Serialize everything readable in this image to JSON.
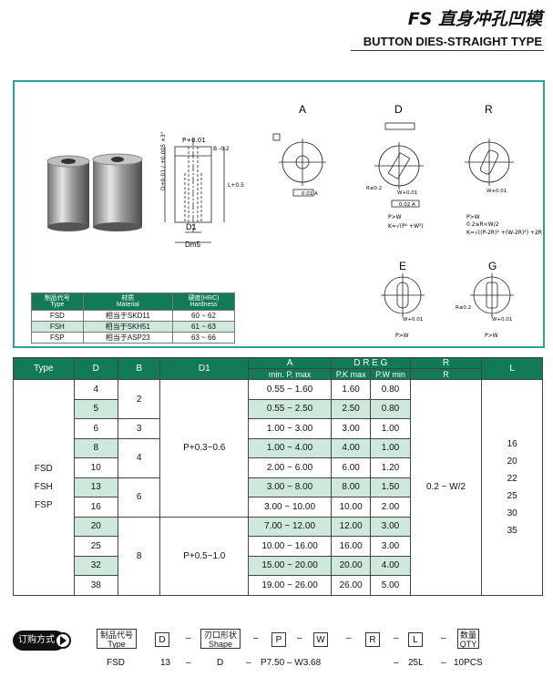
{
  "header": {
    "title_cn": "FS 直身冲孔凹模",
    "title_en": "BUTTON DIES-STRAIGHT TYPE"
  },
  "drawing": {
    "labels": {
      "A": "A",
      "D": "D",
      "R": "R",
      "E": "E",
      "G": "G"
    },
    "dims": {
      "p_tol": "P+0.01",
      "p_tol_b": "0",
      "b_tol": "B -0.2",
      "l_tol": "L+0.5",
      "l_tol_b": "0",
      "d_tol": "D+0.01 / +0.005 ×3°",
      "d1": "D1",
      "dm5": "Dm5",
      "r02": "R≤0.2",
      "pw": "P>W",
      "pw2": "P>W",
      "kform_d": "K=√(P² +W²)",
      "r_cond": "0.2≤R<W/2",
      "kform_r": "K=√((P-2R)² +(W-2R)²) +2R",
      "flat": "0.01 A",
      "flat2": "0.02 A",
      "w001": "W+0.01"
    },
    "materials": {
      "headers": [
        {
          "cn": "制品代号",
          "en": "Type"
        },
        {
          "cn": "材质",
          "en": "Material"
        },
        {
          "cn": "硬度(HRC)",
          "en": "Hardness"
        }
      ],
      "rows": [
        [
          "FSD",
          "相当于SKD11",
          "60 ~ 62"
        ],
        [
          "FSH",
          "相当于SKH51",
          "61 ~ 63"
        ],
        [
          "FSP",
          "相当于ASP23",
          "63 ~ 66"
        ]
      ]
    }
  },
  "table": {
    "headers": {
      "type": "Type",
      "d": "D",
      "b": "B",
      "d1": "D1",
      "a": "A",
      "dreg": "D R E G",
      "r": "R",
      "l": "L"
    },
    "sub": {
      "a": "min. P. max",
      "pk": "P.K max",
      "pw": "P.W min",
      "r": "R"
    },
    "types": [
      "FSD",
      "FSH",
      "FSP"
    ],
    "rows": [
      {
        "d": "4",
        "a": "0.55 ~ 1.60",
        "pk": "1.60",
        "pw": "0.80"
      },
      {
        "d": "5",
        "a": "0.55 ~ 2.50",
        "pk": "2.50",
        "pw": "0.80"
      },
      {
        "d": "6",
        "a": "1.00 ~ 3.00",
        "pk": "3.00",
        "pw": "1.00"
      },
      {
        "d": "8",
        "a": "1.00 ~ 4.00",
        "pk": "4.00",
        "pw": "1.00"
      },
      {
        "d": "10",
        "a": "2.00 ~ 6.00",
        "pk": "6.00",
        "pw": "1.20"
      },
      {
        "d": "13",
        "a": "3.00 ~ 8.00",
        "pk": "8.00",
        "pw": "1.50"
      },
      {
        "d": "16",
        "a": "3.00 ~ 10.00",
        "pk": "10.00",
        "pw": "2.00"
      },
      {
        "d": "20",
        "a": "7.00 ~ 12.00",
        "pk": "12.00",
        "pw": "3.00"
      },
      {
        "d": "25",
        "a": "10.00 ~ 16.00",
        "pk": "16.00",
        "pw": "3.00"
      },
      {
        "d": "32",
        "a": "15.00 ~ 20.00",
        "pk": "20.00",
        "pw": "4.00"
      },
      {
        "d": "38",
        "a": "19.00 ~ 26.00",
        "pk": "26.00",
        "pw": "5.00"
      }
    ],
    "b": [
      "2",
      "3",
      "4",
      "6",
      "8"
    ],
    "d1": [
      "P+0.3~0.6",
      "P+0.5~1.0"
    ],
    "r_val": "0.2 ~ W/2",
    "l_vals": [
      "16",
      "20",
      "22",
      "25",
      "30",
      "35"
    ]
  },
  "order": {
    "badge": "订购方式",
    "type_cn": "制品代号",
    "type_en": "Type",
    "d": "D",
    "shape_cn": "刃口形状",
    "shape_en": "Shape",
    "p": "P",
    "w": "W",
    "r": "R",
    "l": "L",
    "qty_cn": "数量",
    "qty_en": "QTY",
    "ex": {
      "type": "FSD",
      "d": "13",
      "shape": "D",
      "pw": "P7.50 – W3.68",
      "l": "25L",
      "qty": "10PCS"
    }
  }
}
